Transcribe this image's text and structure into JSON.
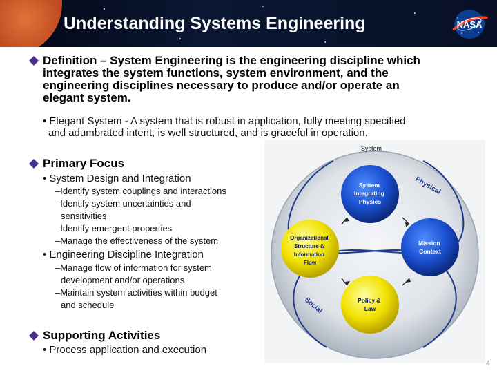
{
  "slide": {
    "title": "Understanding Systems Engineering",
    "logo_text": "NASA",
    "page_number": "4"
  },
  "definition": {
    "lines": [
      "Definition – System Engineering is the engineering discipline which",
      "integrates the system functions, system environment, and the",
      "engineering disciplines necessary to produce and/or operate an",
      "elegant system."
    ],
    "sub_lines": [
      "• Elegant System - A system that is robust in application, fully meeting specified",
      "and adumbrated intent, is well structured, and is graceful in operation."
    ]
  },
  "primary_focus": {
    "heading": "Primary Focus",
    "items": [
      "• System Design and Integration",
      "–Identify system couplings and interactions",
      "–Identify system uncertainties and",
      "sensitivities",
      "–Identify emergent properties",
      "–Manage the effectiveness of the system",
      "• Engineering Discipline Integration",
      "–Manage flow of information for system",
      "development and/or operations",
      "–Maintain system activities within budget",
      "and schedule"
    ]
  },
  "supporting": {
    "heading": "Supporting Activities",
    "items": [
      "• Process application and execution"
    ]
  },
  "diagram": {
    "outer_label": "System",
    "physical_label": "Physical",
    "social_label": "Social",
    "node1": [
      "System",
      "Integrating",
      "Physics"
    ],
    "node2": [
      "Organizational",
      "Structure &",
      "Information",
      "Flow"
    ],
    "node3": [
      "Mission",
      "Context"
    ],
    "node4": [
      "Policy &",
      "Law"
    ]
  },
  "colors": {
    "bullet": "#4a2f8f",
    "header_bg": "#0a1733",
    "blue_node": "#1a4fd0",
    "yellow_node": "#f2e200",
    "node_text_white": "#ffffff",
    "node_text_navy": "#0a1a6a"
  }
}
